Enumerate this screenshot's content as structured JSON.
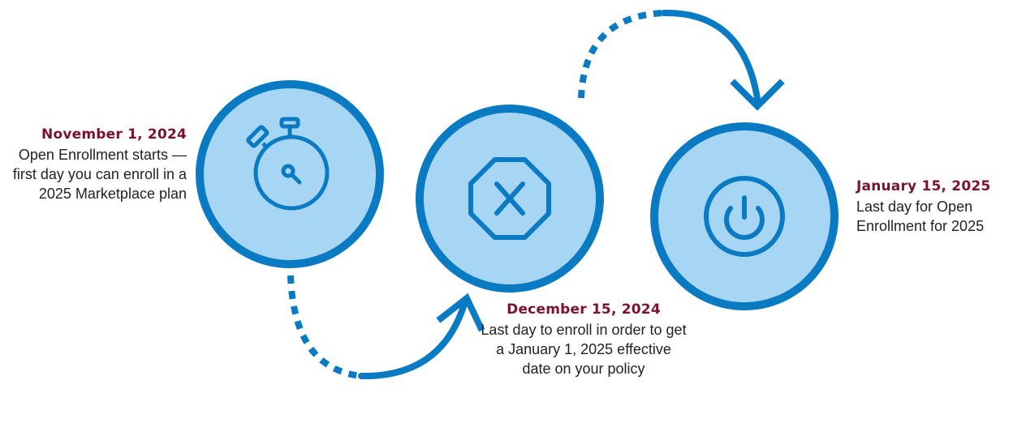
{
  "colors": {
    "circle_fill": "#a6d6f3",
    "circle_stroke": "#0a7bc3",
    "date_text": "#7a1230",
    "body_text": "#222222"
  },
  "steps": [
    {
      "date": "November 1, 2024",
      "description": "Open Enrollment starts — first day you can enroll in a 2025 Marketplace plan",
      "icon": "stopwatch-icon"
    },
    {
      "date": "December 15, 2024",
      "description": "Last day to enroll in order to get a January 1, 2025 effective date on your policy",
      "icon": "stop-x-icon"
    },
    {
      "date": "January 15, 2025",
      "description": "Last day for Open Enrollment for 2025",
      "icon": "power-icon"
    }
  ]
}
